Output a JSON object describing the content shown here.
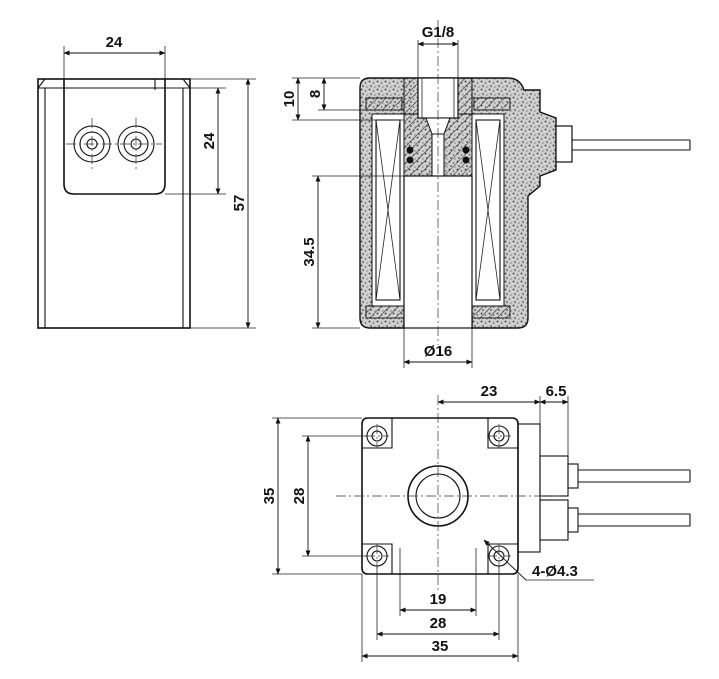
{
  "dimensions": {
    "side_width": "24",
    "side_window_height": "24",
    "side_total_height": "57",
    "section_top": "10",
    "section_top_inner": "8",
    "section_tube_length": "34.5",
    "section_bore": "Ø16",
    "thread": "G1/8",
    "bottom_offset": "23",
    "bottom_connector": "6.5",
    "bottom_height_outer": "35",
    "bottom_height_inner": "28",
    "bottom_bottom_19": "19",
    "bottom_bottom_28": "28",
    "bottom_bottom_35": "35",
    "holes": "4-Ø4.3"
  }
}
